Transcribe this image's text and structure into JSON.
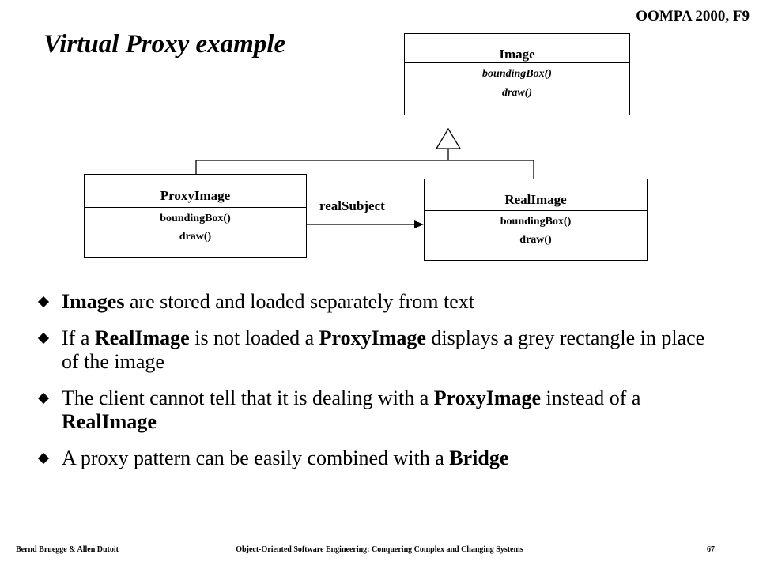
{
  "header": {
    "course": "OOMPA 2000, F9",
    "title": "Virtual Proxy example"
  },
  "diagram": {
    "image_class": {
      "name": "Image",
      "ops": [
        "boundingBox()",
        "draw()"
      ]
    },
    "proxy_class": {
      "name": "ProxyImage",
      "ops": [
        "boundingBox()",
        "draw()"
      ]
    },
    "real_class": {
      "name": "RealImage",
      "ops": [
        "boundingBox()",
        "draw()"
      ]
    },
    "association_label": "realSubject"
  },
  "bullets": [
    [
      {
        "t": "Images",
        "b": true
      },
      {
        "t": " are stored and loaded separately from text",
        "b": false
      }
    ],
    [
      {
        "t": "If a ",
        "b": false
      },
      {
        "t": "RealImage",
        "b": true
      },
      {
        "t": " is not loaded a ",
        "b": false
      },
      {
        "t": "ProxyImage",
        "b": true
      },
      {
        "t": " displays a grey rectangle in place of the image",
        "b": false
      }
    ],
    [
      {
        "t": "The client cannot tell that it is dealing with a ",
        "b": false
      },
      {
        "t": "ProxyImage",
        "b": true
      },
      {
        "t": " instead of a ",
        "b": false
      },
      {
        "t": "RealImage",
        "b": true
      }
    ],
    [
      {
        "t": "A proxy pattern can be easily combined with a ",
        "b": false
      },
      {
        "t": "Bridge",
        "b": true
      }
    ]
  ],
  "footer": {
    "authors": "Bernd Bruegge & Allen Dutoit",
    "book": "Object-Oriented Software Engineering: Conquering Complex and Changing Systems",
    "page": "67"
  }
}
